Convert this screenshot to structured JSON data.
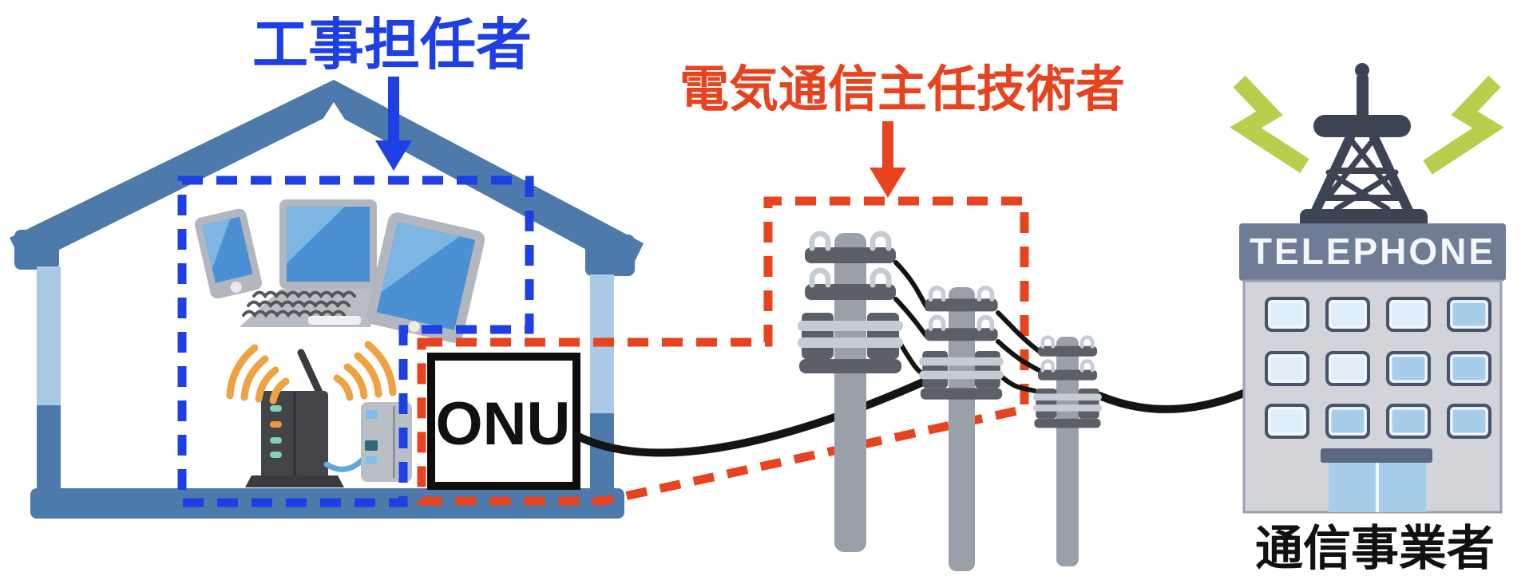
{
  "labels": {
    "installer_title": "工事担任者",
    "chief_engineer_title": "電気通信主任技術者",
    "onu": "ONU",
    "building_sign": "TELEPHONE",
    "carrier_caption": "通信事業者"
  },
  "colors": {
    "blue_accent": "#1d3fe3",
    "red_accent": "#e8431f",
    "house_blue": "#4d79ab",
    "house_light_blue": "#a9c9e6",
    "screen_blue": "#4a90d2",
    "screen_highlight": "#7db5e3",
    "device_gray": "#b2b7bf",
    "router_dark": "#43434a",
    "led_teal": "#7fd4b5",
    "led_orange": "#f0953c",
    "wifi_orange": "#efa243",
    "pole_gray": "#9aa0a8",
    "pole_dark": "#5a5f68",
    "insulator_light": "#c6ccd4",
    "cable_black": "#141414",
    "lightning_green": "#b7cf4d",
    "tower_slate": "#3c4454",
    "sign_slate": "#6e7d95",
    "facade_gray": "#d3d4d9",
    "window_light": "#dfeef8",
    "window_medium": "#a6cdea",
    "caption_black": "#111111"
  }
}
